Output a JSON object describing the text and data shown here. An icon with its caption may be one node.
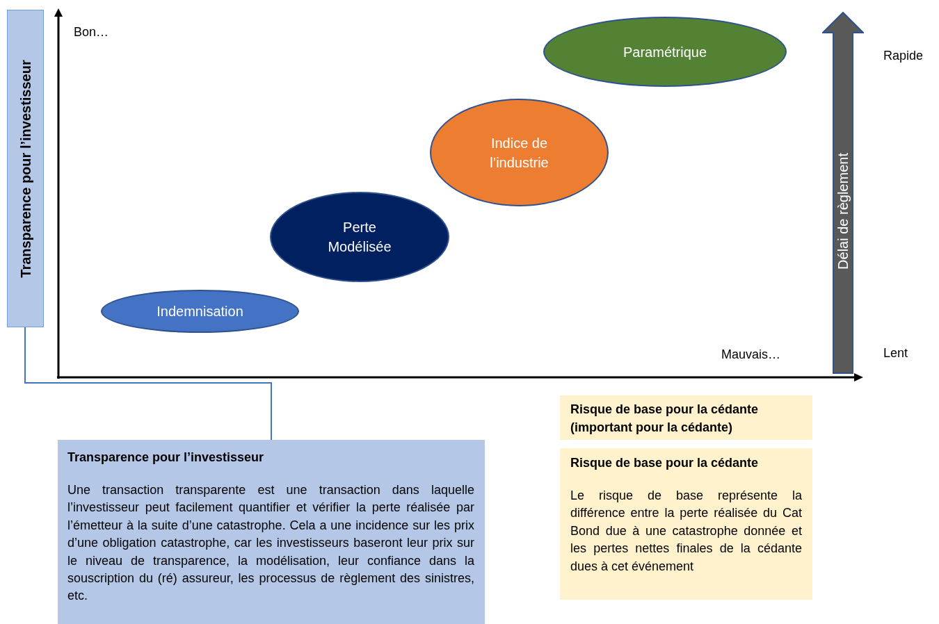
{
  "diagram": {
    "nodes": [
      {
        "text": [
          "Transparence pour l’investisseur"
        ]
      },
      {
        "text": [
          "Indemnisation"
        ]
      },
      {
        "text": [
          "Perte Modélisée"
        ]
      },
      {
        "text": [
          "Indice de l’industrie"
        ]
      },
      {
        "text": [
          "Paramétrique"
        ]
      },
      {
        "text": [
          "Délai de règlement"
        ]
      },
      {
        "text": [
          "Transparence pour l’investisseur",
          "Une transaction transparente est une transaction dans laquelle l’investisseur peut facilement quantifier et vérifier la perte réalisée par l’émetteur à la suite d’une catastrophe. Cela a une incidence sur les prix d’une obligation catastrophe, car les investisseurs baseront leur prix sur le niveau de transparence, la modélisation, leur confiance dans la souscription du (ré) assureur, les processus de règlement des sinistres, etc."
        ]
      },
      {
        "text": [
          "Risque de base pour la cédante (important pour la cédante)"
        ]
      },
      {
        "text": [
          "Risque de base pour la cédante",
          "Le risque de base représente la différence entre la perte réalisée du Cat Bond due à une catastrophe donnée et les pertes nettes finales de la cédante dues à cet événement"
        ]
      }
    ],
    "edges": [
      {
        "from": 0,
        "to": 6,
        "arrow": "none",
        "color": "#4472c4"
      }
    ],
    "labels": [
      "Bon…",
      "Rapide",
      "Mauvais…",
      "Lent"
    ]
  }
}
